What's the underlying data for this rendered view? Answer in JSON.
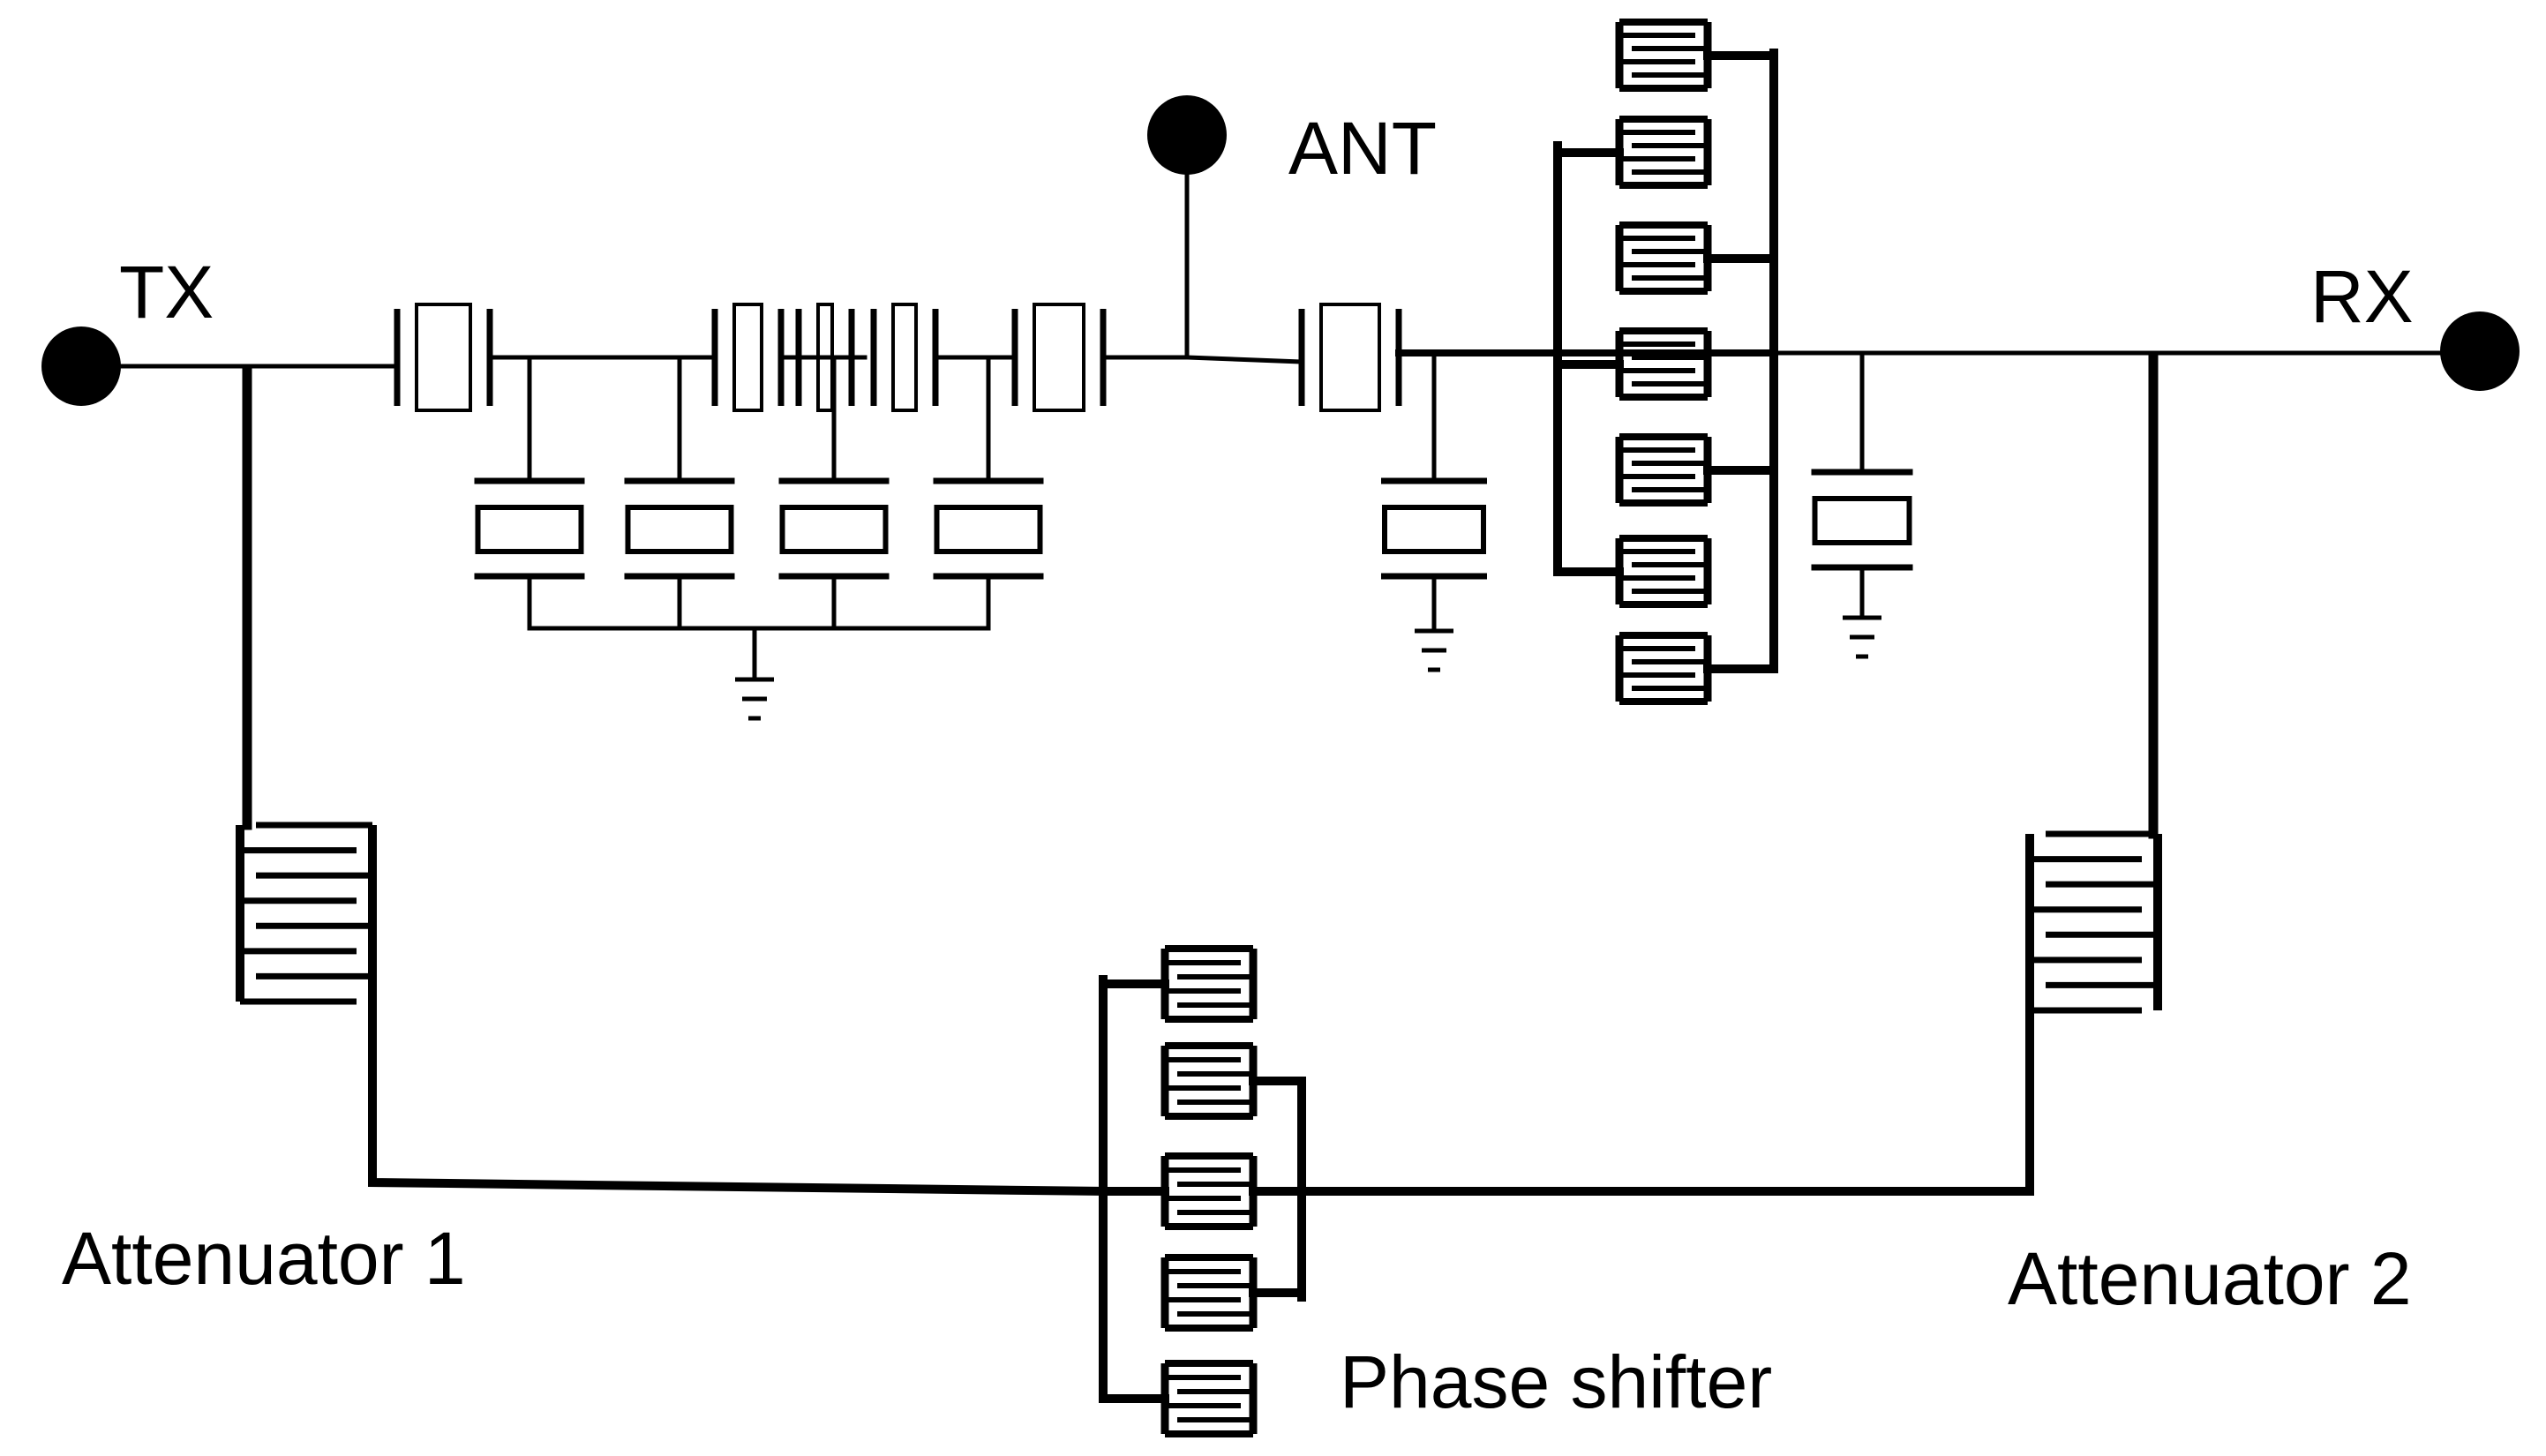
{
  "labels": {
    "tx": "TX",
    "ant": "ANT",
    "rx": "RX",
    "attenuator1": "Attenuator 1",
    "attenuator2": "Attenuator 2",
    "phase_shifter": "Phase shifter"
  },
  "colors": {
    "ink": "#000000",
    "background": "#ffffff"
  }
}
